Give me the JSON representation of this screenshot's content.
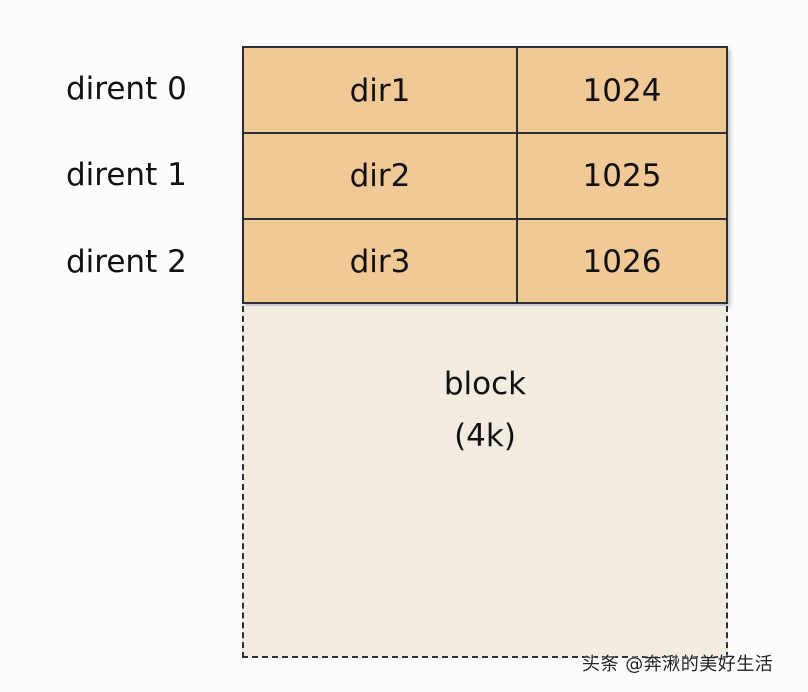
{
  "rows": [
    {
      "label": "dirent 0",
      "name": "dir1",
      "inode": "1024"
    },
    {
      "label": "dirent 1",
      "name": "dir2",
      "inode": "1025"
    },
    {
      "label": "dirent 2",
      "name": "dir3",
      "inode": "1026"
    }
  ],
  "block": {
    "line1": "block",
    "line2": "(4k)"
  },
  "watermark": "头条 @奔湫的美好生活",
  "colors": {
    "entry_fill": "#f0c997",
    "block_fill": "#f2ece0",
    "border": "#2b2f38"
  }
}
